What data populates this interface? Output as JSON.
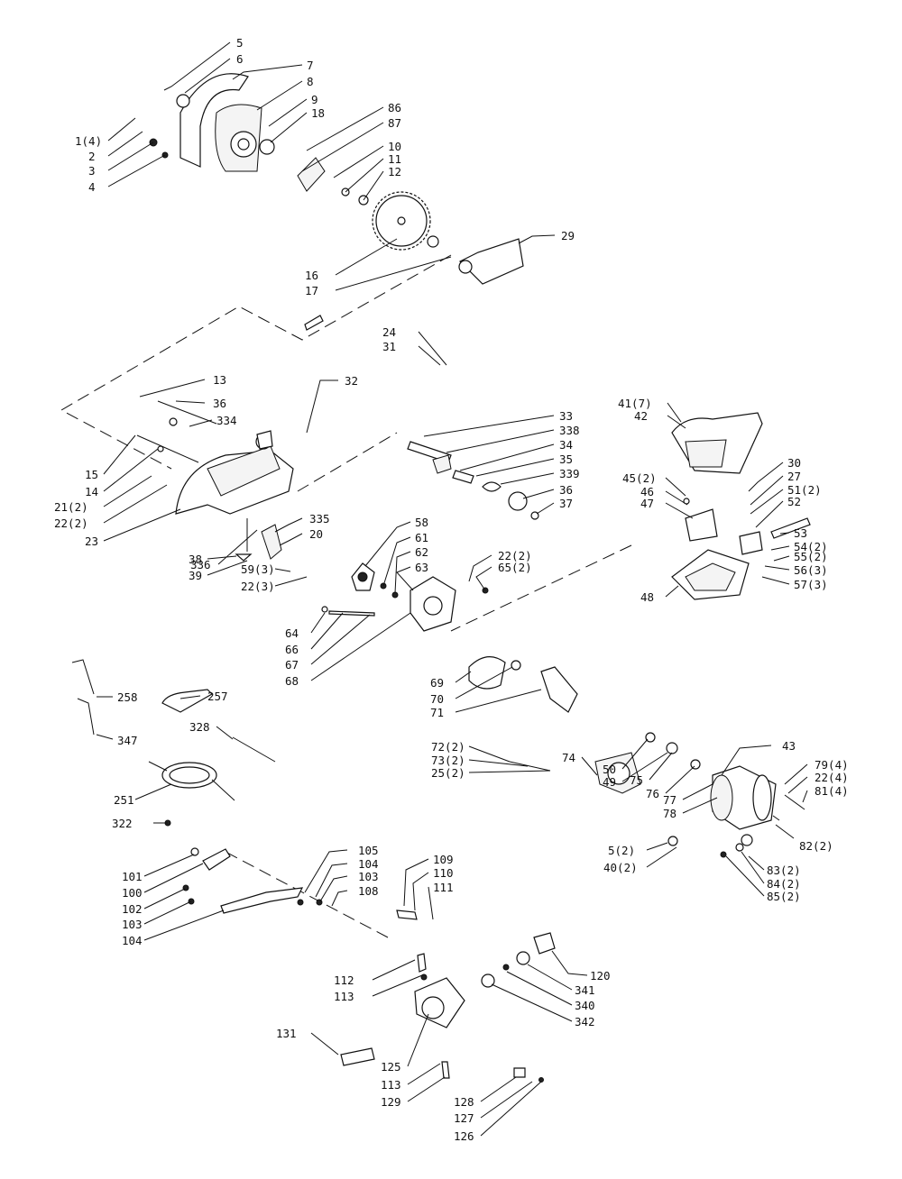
{
  "labels": [
    "5",
    "6",
    "7",
    "8",
    "9",
    "18",
    "86",
    "87",
    "1(4)",
    "2",
    "3",
    "4",
    "10",
    "11",
    "12",
    "29",
    "16",
    "17",
    "24",
    "31",
    "13",
    "36",
    "334",
    "32",
    "15",
    "14",
    "21(2)",
    "22(2)",
    "23",
    "336",
    "38",
    "39",
    "335",
    "20",
    "33",
    "338",
    "34",
    "35",
    "339",
    "36",
    "37",
    "41(7)",
    "42",
    "45(2)",
    "46",
    "47",
    "30",
    "27",
    "51(2)",
    "52",
    "53",
    "54(2)",
    "55(2)",
    "56(3)",
    "57(3)",
    "48",
    "58",
    "61",
    "62",
    "63",
    "22(2)",
    "65(2)",
    "59(3)",
    "22(3)",
    "64",
    "66",
    "67",
    "68",
    "69",
    "70",
    "71",
    "258",
    "257",
    "347",
    "328",
    "72(2)",
    "73(2)",
    "25(2)",
    "74",
    "50",
    "49",
    "75",
    "76",
    "43",
    "79(4)",
    "22(4)",
    "81(4)",
    "77",
    "78",
    "82(2)",
    "251",
    "322",
    "5(2)",
    "40(2)",
    "83(2)",
    "84(2)",
    "85(2)",
    "105",
    "104",
    "103",
    "108",
    "109",
    "110",
    "111",
    "101",
    "100",
    "102",
    "103",
    "104",
    "112",
    "113",
    "120",
    "341",
    "340",
    "342",
    "131",
    "125",
    "113",
    "129",
    "128",
    "127",
    "126"
  ]
}
